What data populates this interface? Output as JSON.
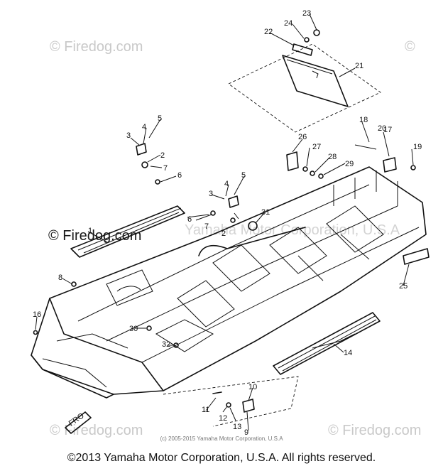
{
  "watermarks": {
    "top_left": "© Firedog.com",
    "mid_left": "© Firedog.com",
    "mid_ghost": "Yamaha Motor Corporation, U.S.A",
    "bottom_left": "© Firedog.com",
    "bottom_right": "© Firedog.com",
    "top_right": "©"
  },
  "copyright_small": "(c) 2005-2015 Yamaha Motor Corporation, U.S.A",
  "copyright_footer": "©2013 Yamaha Motor Corporation, U.S.A. All rights reserved.",
  "front_arrow_label": "FRO",
  "callouts": [
    "1",
    "2",
    "3",
    "4",
    "5",
    "6",
    "7",
    "8",
    "9",
    "10",
    "11",
    "12",
    "13",
    "14",
    "16",
    "17",
    "18",
    "19",
    "20",
    "21",
    "22",
    "23",
    "24",
    "25",
    "26",
    "27",
    "28",
    "29",
    "30",
    "31",
    "32"
  ]
}
